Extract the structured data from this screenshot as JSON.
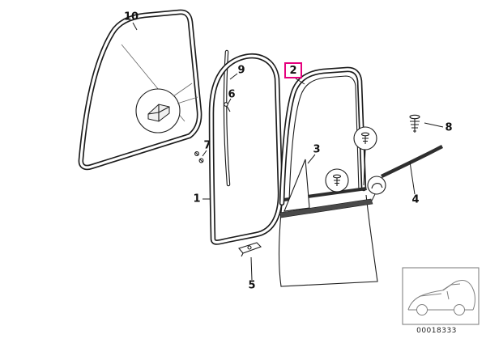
{
  "title": "door seal parts diagram",
  "highlight_color": "#e5007d",
  "callouts": {
    "c1": "1",
    "c2": "2",
    "c3": "3",
    "c4": "4",
    "c5": "5",
    "c6": "6",
    "c7": "7",
    "c8": "8",
    "c9": "9",
    "c10": "10"
  },
  "part_number": "00018333",
  "icons": {
    "detail_inset": "detail-circle-icon",
    "fasteners": "push-rivet-icon",
    "thumbnail": "car-sketch-icon",
    "highlight": "selected-part-highlight-box"
  }
}
